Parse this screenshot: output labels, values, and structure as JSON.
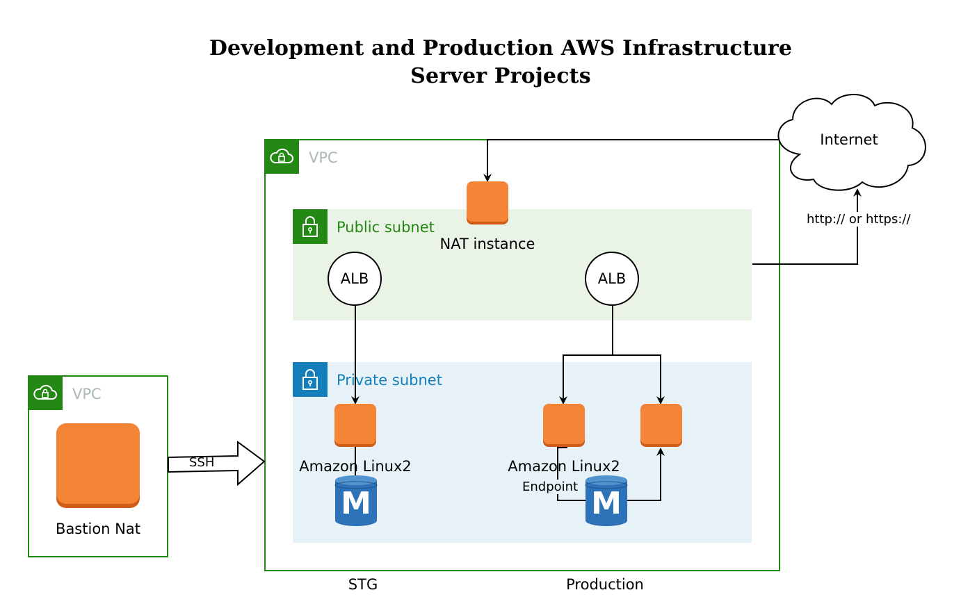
{
  "title": {
    "line1": "Development and Production AWS Infrastructure",
    "line2": "Server Projects"
  },
  "left_vpc": {
    "label": "VPC",
    "icon": "vpc-cloud-lock-icon",
    "bastion_label": "Bastion Nat"
  },
  "main_vpc": {
    "label": "VPC",
    "icon": "vpc-cloud-lock-icon"
  },
  "public_subnet": {
    "label": "Public subnet",
    "icon": "padlock-icon"
  },
  "private_subnet": {
    "label": "Private subnet",
    "icon": "padlock-icon"
  },
  "nat_instance": {
    "label": "NAT instance"
  },
  "alb_left": {
    "label": "ALB"
  },
  "alb_right": {
    "label": "ALB"
  },
  "ec2_stg": {
    "label": "Amazon Linux2"
  },
  "ec2_prod": {
    "label": "Amazon Linux2"
  },
  "endpoint": {
    "label": "Endpoint"
  },
  "db_stg": {
    "icon": "rds-mysql-icon",
    "letter": "M"
  },
  "db_prod": {
    "icon": "rds-mysql-icon",
    "letter": "M"
  },
  "internet": {
    "label": "Internet"
  },
  "edges": {
    "ssh": "SSH",
    "http": "http:// or https://"
  },
  "footer": {
    "stg": "STG",
    "production": "Production"
  },
  "colors": {
    "vpc_green": "#248814",
    "private_blue": "#147eba",
    "public_bg": "#e9f3e6",
    "private_bg": "#e6f2f8",
    "ec2_orange": "#f58536",
    "rds_blue": "#2e73b8"
  }
}
